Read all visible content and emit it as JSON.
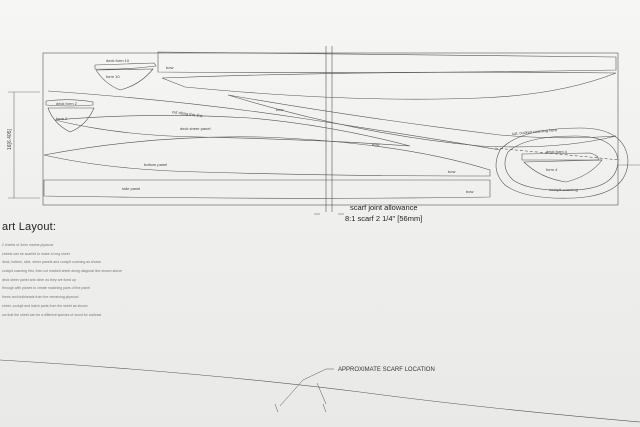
{
  "parts": {
    "deck_form_10": "deck form 10",
    "form_10": "form 10",
    "deck_form_2": "deck form 2",
    "form_2": "form 2",
    "bow_top": "bow",
    "cut_along_this_line": "cut along this line",
    "bow_mid": "bow",
    "deck_sheer_panel": "deck sheer panel",
    "bow_deck": "bow",
    "bottom_panel": "bottom panel",
    "side_panel": "side panel",
    "bow_bottom": "bow",
    "bow_side": "bow",
    "cut_cockpit_coaming_here": "cut, cockpit coaming here",
    "deck_form_4": "deck form 4",
    "form_4": "form 4",
    "cockpit_coaming": "cockpit coaming",
    "height_dimension": "16[6.405]"
  },
  "scarf": {
    "line1": "scarf joint allowance",
    "line2": "8:1 scarf 2 1/4\" [56mm]"
  },
  "notes": {
    "title": "art Layout:",
    "items": [
      "2 sheets of 4mm marine plywood",
      "sheets can be scarfed to make a long sheet",
      "deck, bottom, side, sheer panels and cockpit coaming as shown",
      "cockpit coaming first, then cut marked sheet along diagonal line shown above",
      "deck sheer panel and other as they are lined up",
      "through with planes to create matching pairs of the panel",
      "forms and bulkheads from the remaining plywood",
      "sheet, cockpit and hatch parts from the sheet as shown",
      "ow that the sheet can be a different species of wood for contrast"
    ]
  },
  "annotation": {
    "approx_scarf": "APPROXIMATE SCARF LOCATION"
  }
}
